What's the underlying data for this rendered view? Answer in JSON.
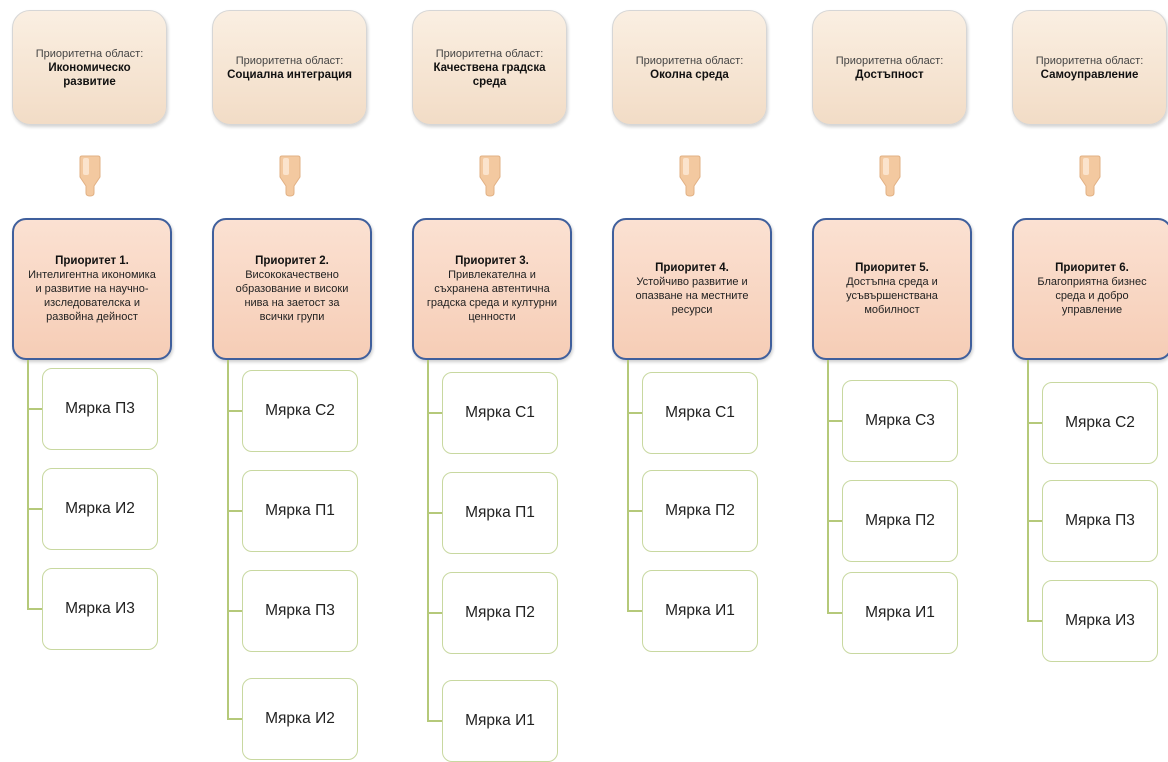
{
  "columns": [
    {
      "area_label": "Приоритетна област:",
      "area_name": "Икономическо развитие",
      "priority_title": "Приоритет 1.",
      "priority_text": "Интелигентна икономика и развитие на научно-изследователска и развойна дейност",
      "measures": [
        "Мярка П3",
        "Мярка И2",
        "Мярка И3"
      ]
    },
    {
      "area_label": "Приоритетна област:",
      "area_name": "Социална интеграция",
      "priority_title": "Приоритет 2.",
      "priority_text": "Висококачествено образование и високи нива на заетост за всички групи",
      "measures": [
        "Мярка С2",
        "Мярка П1",
        "Мярка П3",
        "Мярка И2"
      ]
    },
    {
      "area_label": "Приоритетна област:",
      "area_name": "Качествена градска среда",
      "priority_title": "Приоритет 3.",
      "priority_text": "Привлекателна и съхранена автентична градска среда и културни ценности",
      "measures": [
        "Мярка С1",
        "Мярка П1",
        "Мярка П2",
        "Мярка И1"
      ]
    },
    {
      "area_label": "Приоритетна област:",
      "area_name": "Околна среда",
      "priority_title": "Приоритет 4.",
      "priority_text": "Устойчиво развитие и опазване на местните ресурси",
      "measures": [
        "Мярка С1",
        "Мярка П2",
        "Мярка И1"
      ]
    },
    {
      "area_label": "Приоритетна област:",
      "area_name": "Достъпност",
      "priority_title": "Приоритет 5.",
      "priority_text": "Достъпна среда и усъвършенствана мобилност",
      "measures": [
        "Мярка С3",
        "Мярка П2",
        "Мярка И1"
      ]
    },
    {
      "area_label": "Приоритетна област:",
      "area_name": "Самоуправление",
      "priority_title": "Приоритет 6.",
      "priority_text": "Благоприятна бизнес среда и добро управление",
      "measures": [
        "Мярка С2",
        "Мярка П3",
        "Мярка И3"
      ]
    }
  ],
  "colors": {
    "area_fill": "#f2dcc6",
    "priority_fill": "#f6cdb6",
    "priority_border": "#3f5f9c",
    "measure_border": "#c8d8a0",
    "tree_line": "#b5c97a",
    "connector_fill": "#f3c9a0"
  },
  "icons": {
    "connector": "tapered-connector-icon"
  }
}
